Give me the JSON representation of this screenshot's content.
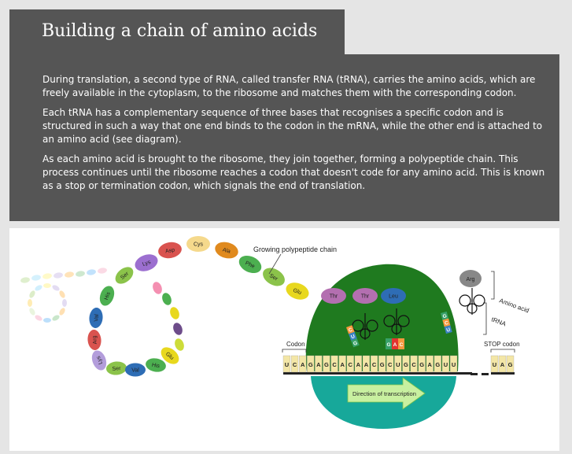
{
  "header": {
    "title": "Building a chain of amino acids"
  },
  "paragraphs": [
    "During translation, a second type of RNA, called transfer RNA (tRNA), carries the amino acids, which are freely available in the cytoplasm, to the ribosome and matches them with the corresponding codon.",
    "Each tRNA has a complementary sequence of three bases that recognises a specific codon and is structured in such a way that one end binds to the codon in the mRNA, while the other end is attached to an amino acid (see diagram).",
    "As each amino acid is brought to the ribosome, they join together, forming a polypeptide chain. This process continues until the ribosome reaches a codon that doesn't code for any amino acid. This is known as a stop or termination codon, which signals the end of translation."
  ],
  "diagram": {
    "labels": {
      "growing_chain": "Growing polypeptide chain",
      "amino_acid": "Amino acid",
      "trna": "tRNA",
      "codon": "Codon",
      "stop_codon": "STOP codon",
      "direction": "Direction of transcription"
    },
    "chain_amino_acids": [
      {
        "name": "Lys",
        "color": "#9c6fd0"
      },
      {
        "name": "Asp",
        "color": "#d9534f"
      },
      {
        "name": "Cys",
        "color": "#f5d98c"
      },
      {
        "name": "Ala",
        "color": "#e08a1e"
      },
      {
        "name": "Phe",
        "color": "#4caf50"
      },
      {
        "name": "Ser",
        "color": "#8bc34a"
      },
      {
        "name": "Glu",
        "color": "#e8d81e"
      }
    ],
    "loop_amino_acids": [
      {
        "name": "Ser",
        "color": "#8bc34a"
      },
      {
        "name": "His",
        "color": "#4caf50"
      },
      {
        "name": "Val",
        "color": "#2e6db5"
      },
      {
        "name": "Arg",
        "color": "#d9534f"
      },
      {
        "name": "Lys",
        "color": "#b39ddb"
      },
      {
        "name": "Ser",
        "color": "#8bc34a"
      },
      {
        "name": "Val",
        "color": "#2e6db5"
      },
      {
        "name": "His",
        "color": "#4caf50"
      },
      {
        "name": "Glu",
        "color": "#e8d81e"
      }
    ],
    "ribosome_amino_acids": [
      {
        "name": "Thr",
        "color": "#b36fb0"
      },
      {
        "name": "Thr",
        "color": "#b36fb0"
      },
      {
        "name": "Leu",
        "color": "#2e6db5"
      }
    ],
    "incoming_amino_acid": {
      "name": "Arg",
      "color": "#888888"
    },
    "anticodons": {
      "left": [
        "C",
        "U",
        "G"
      ],
      "middle": [
        "G",
        "A",
        "C"
      ],
      "right": [
        "G",
        "C",
        "U"
      ]
    },
    "mrna": [
      "U",
      "C",
      "A",
      "G",
      "A",
      "G",
      "C",
      "A",
      "C",
      "A",
      "A",
      "C",
      "G",
      "C",
      "U",
      "G",
      "C",
      "G",
      "A",
      "G",
      "U",
      "U"
    ],
    "stop_codon_bases": [
      "U",
      "A",
      "G"
    ],
    "colors": {
      "A": "#e3342f",
      "C": "#f6993f",
      "G": "#38a169",
      "U": "#3b82c4",
      "ribosome_large": "#1f7a1f",
      "ribosome_small": "#17a89a"
    }
  }
}
